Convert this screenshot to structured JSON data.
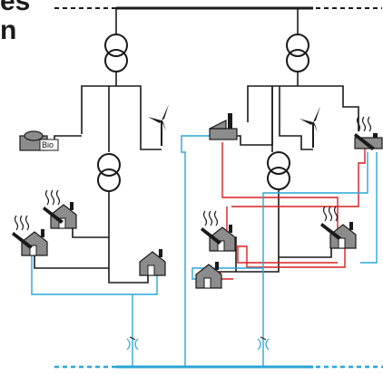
{
  "caption": {
    "line1": "es",
    "line2": "n"
  },
  "bio_label": "Bio",
  "colors": {
    "power_line": "#1a1a1a",
    "heat_network": "#d61f1f",
    "gas_network": "#2aa6d6",
    "house_fill": "#8c8c8c"
  },
  "icons": [
    "transformer-icon",
    "wind-turbine-icon",
    "house-icon",
    "solar-thermal-icon",
    "biogas-plant-icon",
    "gas-regulator-icon",
    "chp-plant-icon"
  ]
}
